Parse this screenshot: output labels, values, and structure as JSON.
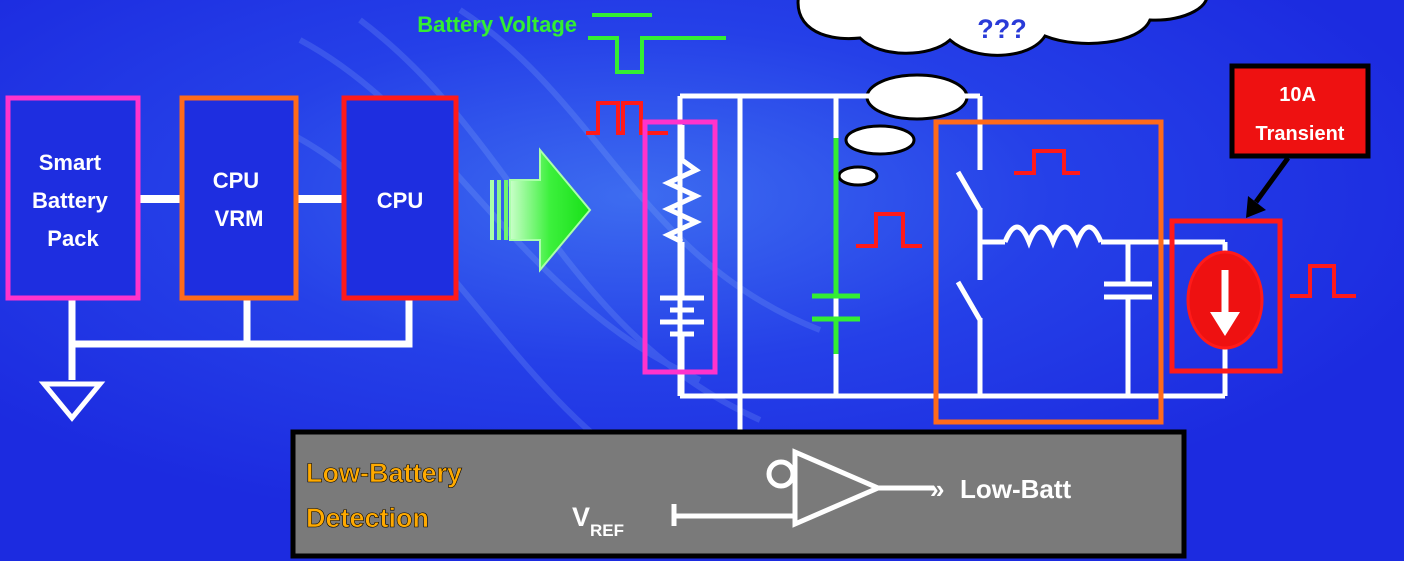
{
  "cloud": {
    "text": "???"
  },
  "battery_voltage_label": "Battery Voltage",
  "blocks": {
    "battery": [
      "Smart",
      "Battery",
      "Pack"
    ],
    "vrm": [
      "CPU",
      "VRM"
    ],
    "cpu": "CPU"
  },
  "transient": [
    "10A",
    "Transient"
  ],
  "detection": {
    "title": [
      "Low-Battery",
      "Detection"
    ],
    "vref": "V",
    "vref_sub": "REF",
    "output_label": "Low-Batt"
  },
  "colors": {
    "background": "#1e2ee0",
    "battery_block": "#ff33cc",
    "vrm_block": "#ff6a1a",
    "cpu_block": "#ff1a1a",
    "voltage_green": "#33ee33",
    "pulse_red": "#ff1a1a",
    "detection_title": "#ffaa00",
    "detection_panel": "#7a7a7a"
  }
}
